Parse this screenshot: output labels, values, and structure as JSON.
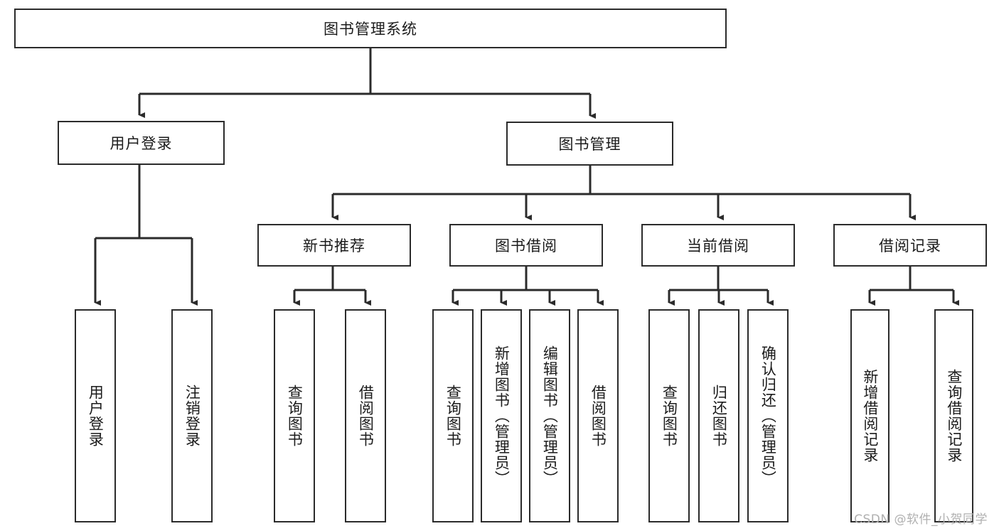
{
  "diagram": {
    "title": "图书管理系统",
    "type": "hierarchy-tree",
    "root": {
      "id": "root",
      "label": "图书管理系统"
    },
    "level2": [
      {
        "id": "user-login",
        "label": "用户登录"
      },
      {
        "id": "book-manage",
        "label": "图书管理"
      }
    ],
    "level3": [
      {
        "id": "new-book-recommend",
        "label": "新书推荐"
      },
      {
        "id": "book-borrow",
        "label": "图书借阅"
      },
      {
        "id": "current-borrow",
        "label": "当前借阅"
      },
      {
        "id": "borrow-record",
        "label": "借阅记录"
      }
    ],
    "leaves": {
      "user_login": [
        {
          "id": "leaf-user-login",
          "label": "用户登录"
        },
        {
          "id": "leaf-user-logout",
          "label": "注销登录"
        }
      ],
      "new_book_recommend": [
        {
          "id": "leaf-query-book-1",
          "label": "查询图书"
        },
        {
          "id": "leaf-borrow-book-1",
          "label": "借阅图书"
        }
      ],
      "book_borrow": [
        {
          "id": "leaf-query-book-2",
          "label": "查询图书"
        },
        {
          "id": "leaf-add-book",
          "label": "新增图书（管理员）"
        },
        {
          "id": "leaf-edit-book",
          "label": "编辑图书（管理员）"
        },
        {
          "id": "leaf-borrow-book-2",
          "label": "借阅图书"
        }
      ],
      "current_borrow": [
        {
          "id": "leaf-query-book-3",
          "label": "查询图书"
        },
        {
          "id": "leaf-return-book",
          "label": "归还图书"
        },
        {
          "id": "leaf-confirm-return",
          "label": "确认归还（管理员）"
        }
      ],
      "borrow_record": [
        {
          "id": "leaf-add-record",
          "label": "新增借阅记录"
        },
        {
          "id": "leaf-query-record",
          "label": "查询借阅记录"
        }
      ]
    }
  },
  "watermark": {
    "text": "CSDN @软件_小贺同学"
  },
  "colors": {
    "stroke": "#2b2b2b",
    "background": "#ffffff",
    "text": "#1b1b1b",
    "watermark": "#b0b0b0"
  }
}
